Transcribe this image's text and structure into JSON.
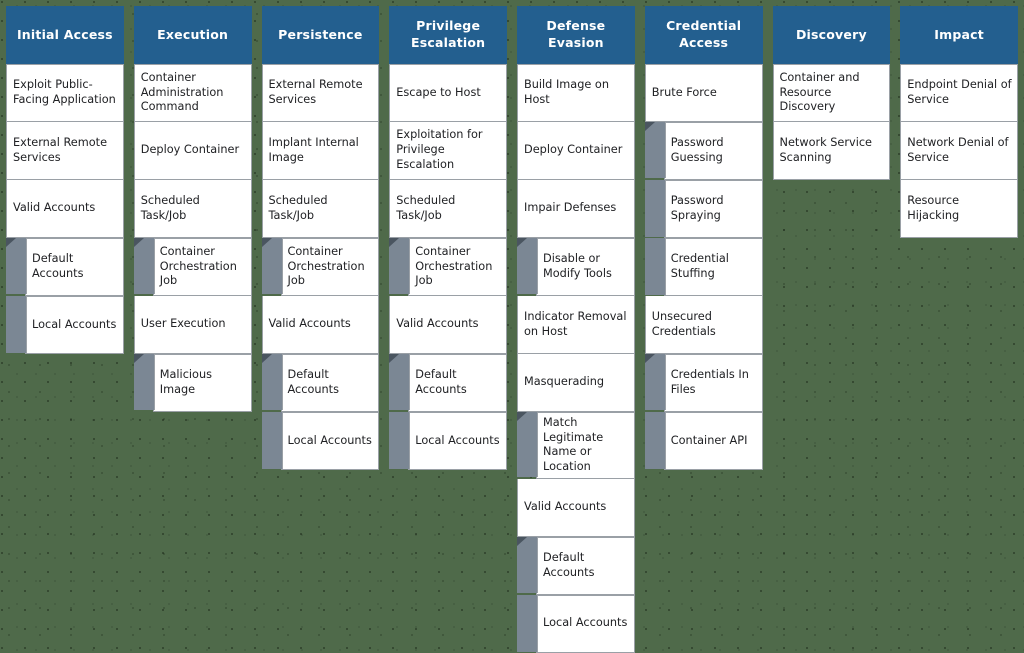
{
  "meta": {
    "background_color": "#4f6a4a",
    "header_color": "#235f8f",
    "cell_color": "#ffffff",
    "sub_bar_color": "#7b8794"
  },
  "columns": [
    {
      "header": "Initial Access",
      "techniques": [
        {
          "label": "Exploit Public-Facing Application",
          "sub": false
        },
        {
          "label": "External Remote Services",
          "sub": false
        },
        {
          "label": "Valid Accounts",
          "sub": false
        },
        {
          "label": "Default Accounts",
          "sub": true,
          "first": true
        },
        {
          "label": "Local Accounts",
          "sub": true,
          "first": false
        }
      ]
    },
    {
      "header": "Execution",
      "techniques": [
        {
          "label": "Container Administration Command",
          "sub": false
        },
        {
          "label": "Deploy Container",
          "sub": false
        },
        {
          "label": "Scheduled Task/Job",
          "sub": false
        },
        {
          "label": "Container Orchestration Job",
          "sub": true,
          "first": true
        },
        {
          "label": "User Execution",
          "sub": false
        },
        {
          "label": "Malicious Image",
          "sub": true,
          "first": true
        }
      ]
    },
    {
      "header": "Persistence",
      "techniques": [
        {
          "label": "External Remote Services",
          "sub": false
        },
        {
          "label": "Implant Internal Image",
          "sub": false
        },
        {
          "label": "Scheduled Task/Job",
          "sub": false
        },
        {
          "label": "Container Orchestration Job",
          "sub": true,
          "first": true
        },
        {
          "label": "Valid Accounts",
          "sub": false
        },
        {
          "label": "Default Accounts",
          "sub": true,
          "first": true
        },
        {
          "label": "Local Accounts",
          "sub": true,
          "first": false
        }
      ]
    },
    {
      "header": "Privilege Escalation",
      "techniques": [
        {
          "label": "Escape to Host",
          "sub": false
        },
        {
          "label": "Exploitation for Privilege Escalation",
          "sub": false
        },
        {
          "label": "Scheduled Task/Job",
          "sub": false
        },
        {
          "label": "Container Orchestration Job",
          "sub": true,
          "first": true
        },
        {
          "label": "Valid Accounts",
          "sub": false
        },
        {
          "label": "Default Accounts",
          "sub": true,
          "first": true
        },
        {
          "label": "Local Accounts",
          "sub": true,
          "first": false
        }
      ]
    },
    {
      "header": "Defense Evasion",
      "techniques": [
        {
          "label": "Build Image on Host",
          "sub": false
        },
        {
          "label": "Deploy Container",
          "sub": false
        },
        {
          "label": "Impair Defenses",
          "sub": false
        },
        {
          "label": "Disable or Modify Tools",
          "sub": true,
          "first": true
        },
        {
          "label": "Indicator Removal on Host",
          "sub": false
        },
        {
          "label": "Masquerading",
          "sub": false
        },
        {
          "label": "Match Legitimate Name or Location",
          "sub": true,
          "first": true
        },
        {
          "label": "Valid Accounts",
          "sub": false
        },
        {
          "label": "Default Accounts",
          "sub": true,
          "first": true
        },
        {
          "label": "Local Accounts",
          "sub": true,
          "first": false
        }
      ]
    },
    {
      "header": "Credential Access",
      "techniques": [
        {
          "label": "Brute Force",
          "sub": false
        },
        {
          "label": "Password Guessing",
          "sub": true,
          "first": true
        },
        {
          "label": "Password Spraying",
          "sub": true,
          "first": false
        },
        {
          "label": "Credential Stuffing",
          "sub": true,
          "first": false
        },
        {
          "label": "Unsecured Credentials",
          "sub": false
        },
        {
          "label": "Credentials In Files",
          "sub": true,
          "first": true
        },
        {
          "label": "Container API",
          "sub": true,
          "first": false
        }
      ]
    },
    {
      "header": "Discovery",
      "techniques": [
        {
          "label": "Container and Resource Discovery",
          "sub": false
        },
        {
          "label": "Network Service Scanning",
          "sub": false
        }
      ]
    },
    {
      "header": "Impact",
      "techniques": [
        {
          "label": "Endpoint Denial of Service",
          "sub": false
        },
        {
          "label": "Network Denial of Service",
          "sub": false
        },
        {
          "label": "Resource Hijacking",
          "sub": false
        }
      ]
    }
  ]
}
